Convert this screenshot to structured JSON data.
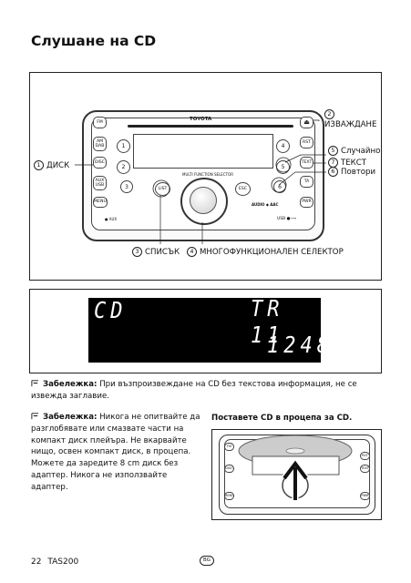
{
  "title": "Слушане на CD",
  "callouts": {
    "eject": {
      "num": "2",
      "label": "ИЗВАЖДАНЕ"
    },
    "random": {
      "num": "5",
      "label": "Случайно"
    },
    "text": {
      "num": "7",
      "label": "ТЕКСТ"
    },
    "repeat": {
      "num": "6",
      "label": "Повтори"
    },
    "disc": {
      "num": "1",
      "label": "ДИСК"
    },
    "list": {
      "num": "3",
      "label": "СПИСЪК"
    },
    "selector": {
      "num": "4",
      "label": "МНОГОФУНКЦИОНАЛЕН СЕЛЕКТОР"
    }
  },
  "radio": {
    "brand": "TOYOTA",
    "eject_symbol": "⏏",
    "fm": "FM",
    "am_dab": "AM\nDAB",
    "disc": "DISC",
    "aux_usb": "AUX\nUSB",
    "menu": "MENU",
    "aux_jack": "● AUX",
    "presets_left": [
      "1",
      "2",
      "3"
    ],
    "presets_right": [
      "4",
      "5",
      "6"
    ],
    "list": "LIST",
    "esc": "ESC",
    "selector_label": "MULTI FUNCTION SELECTOR",
    "rst": "RST",
    "text": "TEXT",
    "ta": "TA",
    "pwr": "PWR",
    "usb": "USB ●⟶",
    "logo": "AUDIO ◆ AAC"
  },
  "display": {
    "source": "CD",
    "track": "TR 11",
    "time": "1248"
  },
  "notes": [
    {
      "label": "Забележка:",
      "text": "При възпроизвеждане на CD без текстова информация, не се извежда заглавие."
    },
    {
      "label": "Забележка:",
      "text": "Никога не опитвайте да разглобявате или смазвате части на компакт диск плейъра. Не вкарвайте нищо, освен компакт диск, в процепа. Можете да заредите 8 cm диск без адаптер. Никога не използвайте адаптер."
    }
  ],
  "insert_caption": "Поставете CD в процепа за CD.",
  "footer": {
    "page": "22",
    "model": "TAS200",
    "lang": "BG"
  }
}
